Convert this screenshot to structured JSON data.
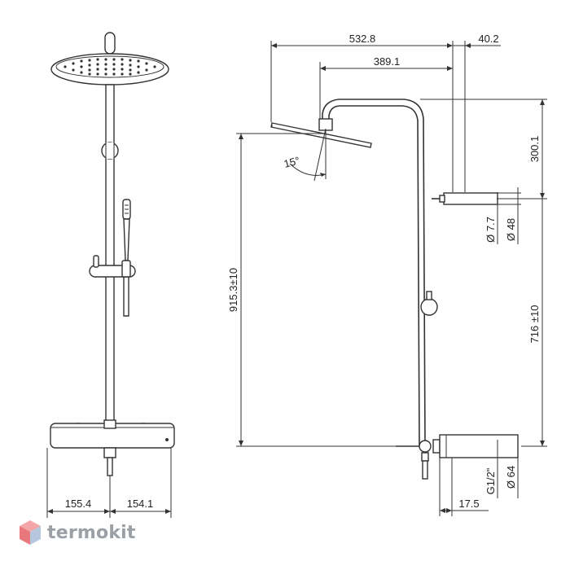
{
  "dimensions": {
    "overall_width": "532.8",
    "head_offset": "389.1",
    "wall_offset": "40.2",
    "head_height": "300.1",
    "head_angle": "15°",
    "total_height": "915.3±10",
    "diam_small": "Ø 7.7",
    "diam_large": "Ø 48",
    "bar_height": "716 ±10",
    "thread": "G1/2\"",
    "diam_inlet": "Ø 64",
    "inlet_depth": "17.5",
    "left_span": "155.4",
    "right_span": "154.1"
  },
  "brand": {
    "name": "termokit",
    "colors": {
      "top": "#f4a5a8",
      "left": "#e8787c",
      "right": "#b6c7dd"
    }
  }
}
